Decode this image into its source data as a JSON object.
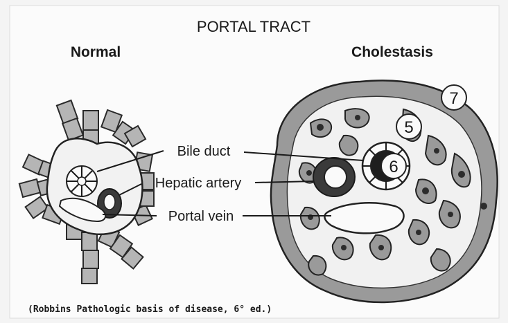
{
  "figure": {
    "title": "PORTAL TRACT",
    "panels": {
      "normal": "Normal",
      "cholestasis": "Cholestasis"
    },
    "labels": {
      "bile_duct": "Bile duct",
      "hepatic_artery": "Hepatic artery",
      "portal_vein": "Portal vein"
    },
    "markers": [
      "5",
      "6",
      "7"
    ],
    "citation": "(Robbins Pathologic basis of disease, 6° ed.)"
  }
}
